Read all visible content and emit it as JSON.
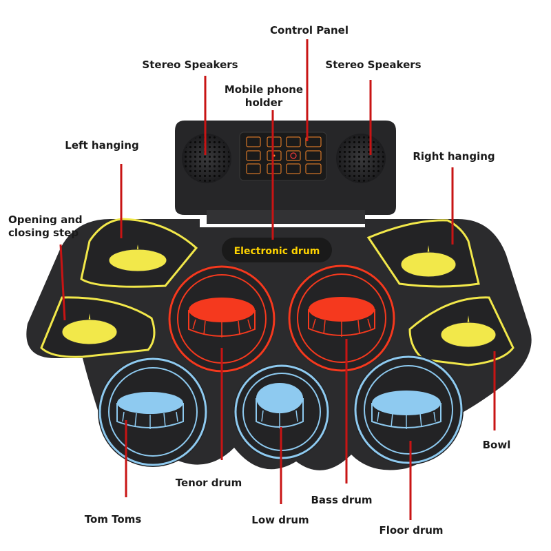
{
  "labels": {
    "control_panel": "Control Panel",
    "stereo_speakers_left": "Stereo Speakers",
    "stereo_speakers_right": "Stereo Speakers",
    "mobile_phone_holder_line1": "Mobile phone",
    "mobile_phone_holder_line2": "holder",
    "left_hanging": "Left hanging",
    "right_hanging": "Right hanging",
    "opening_closing_line1": "Opening and",
    "opening_closing_line2": "closing step",
    "bowl": "Bowl",
    "tenor_drum": "Tenor drum",
    "bass_drum": "Bass drum",
    "tom_toms": "Tom Toms",
    "low_drum": "Low drum",
    "floor_drum": "Floor drum"
  },
  "device": {
    "logo_text": "Electronic drum",
    "panel_buttons": [
      "",
      "",
      "",
      "",
      "",
      "",
      "",
      "",
      "",
      "",
      "",
      ""
    ]
  },
  "colors": {
    "pad_body": "#2a2a2c",
    "cymbal_yellow": "#f2e84a",
    "snare_red": "#f5391e",
    "tom_blue": "#8ecaf0",
    "leader_line": "#c81414",
    "panel_led": "#ff8a2a"
  }
}
